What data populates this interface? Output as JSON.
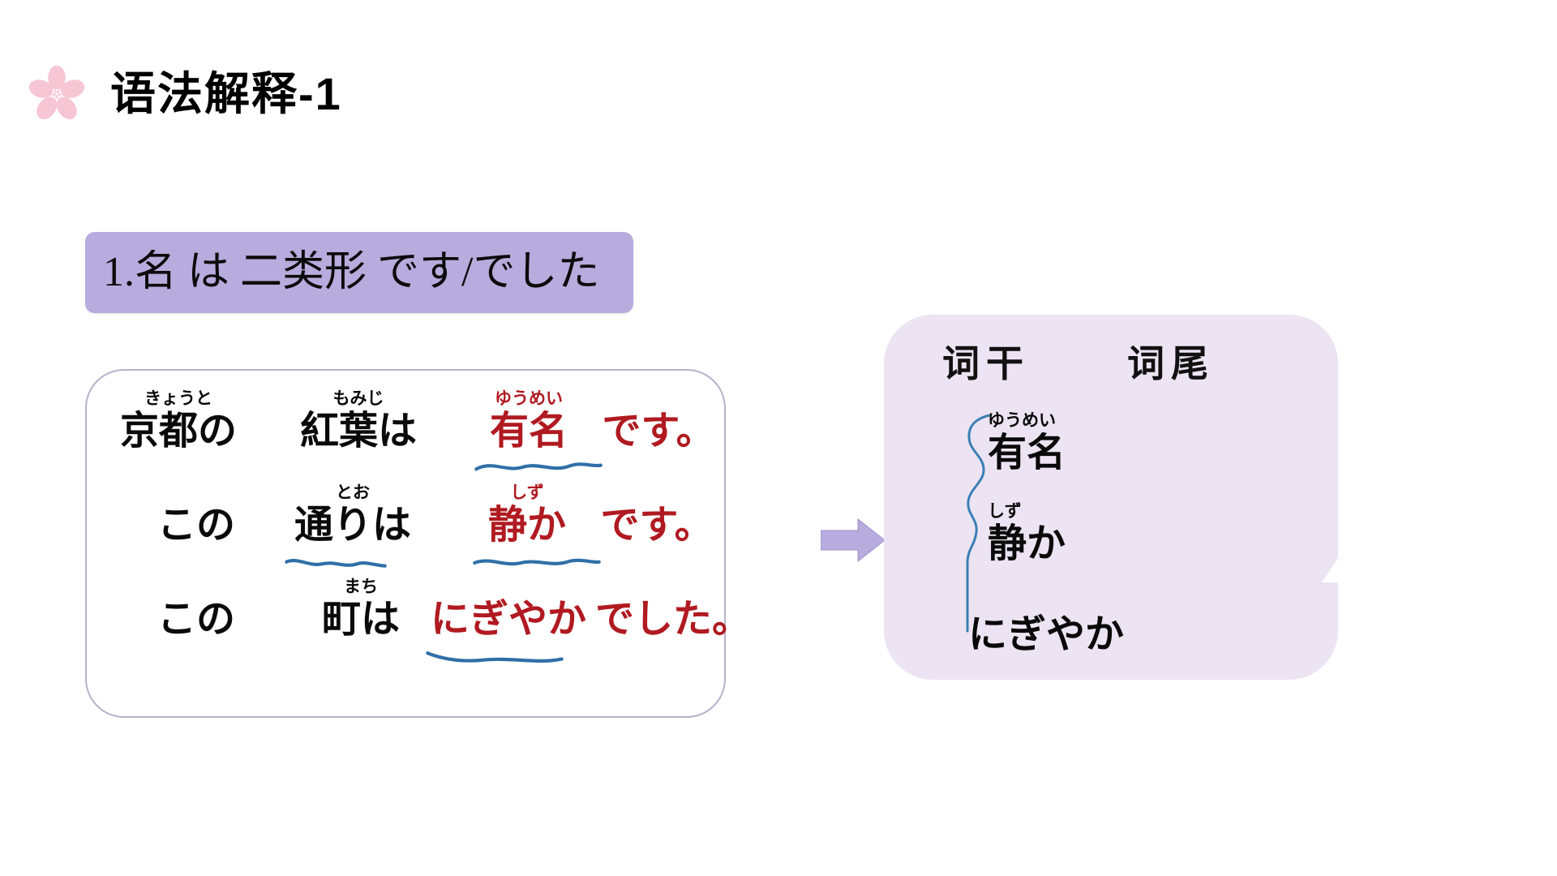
{
  "slide": {
    "title": "语法解释-1",
    "sakura_icon": "sakura-flower-icon",
    "accent_purple": "#b8abdd",
    "panel_lavender": "#ece4f2",
    "highlight_red": "#b01a20",
    "underline_blue": "#2f6fa8"
  },
  "pattern": {
    "text": "1.名 は 二类形 です/でした"
  },
  "examples": {
    "rows": [
      {
        "tokens": [
          {
            "furigana": "きょうと",
            "base": "京都の",
            "color": "black",
            "underlined": false
          },
          {
            "furigana": "もみじ",
            "base": "紅葉は",
            "color": "black",
            "underlined": false
          },
          {
            "furigana": "ゆうめい",
            "base": "有名",
            "color": "red",
            "underlined": true
          },
          {
            "furigana": "",
            "base": "です。",
            "color": "red",
            "underlined": false
          }
        ]
      },
      {
        "tokens": [
          {
            "furigana": "",
            "base": "この",
            "color": "black",
            "underlined": false
          },
          {
            "furigana": "とお",
            "base": "通りは",
            "color": "black",
            "underlined": true
          },
          {
            "furigana": "しず",
            "base": "静か",
            "color": "red",
            "underlined": true
          },
          {
            "furigana": "",
            "base": "です。",
            "color": "red",
            "underlined": false
          }
        ]
      },
      {
        "tokens": [
          {
            "furigana": "",
            "base": "この",
            "color": "black",
            "underlined": false
          },
          {
            "furigana": "まち",
            "base": "町は",
            "color": "black",
            "underlined": false
          },
          {
            "furigana": "",
            "base": "にぎやか",
            "color": "red",
            "underlined": true
          },
          {
            "furigana": "",
            "base": "でした。",
            "color": "red",
            "underlined": false
          }
        ]
      }
    ]
  },
  "arrow": {
    "icon": "right-arrow-icon",
    "color": "#b8abdd"
  },
  "stem_panel": {
    "headers": {
      "stem": "词干",
      "ending": "词尾"
    },
    "brace_icon": "curly-brace-icon",
    "items": [
      {
        "furigana": "ゆうめい",
        "base": "有名"
      },
      {
        "furigana": "しず",
        "base": "静か"
      },
      {
        "furigana": "",
        "base": "にぎやか"
      }
    ]
  }
}
